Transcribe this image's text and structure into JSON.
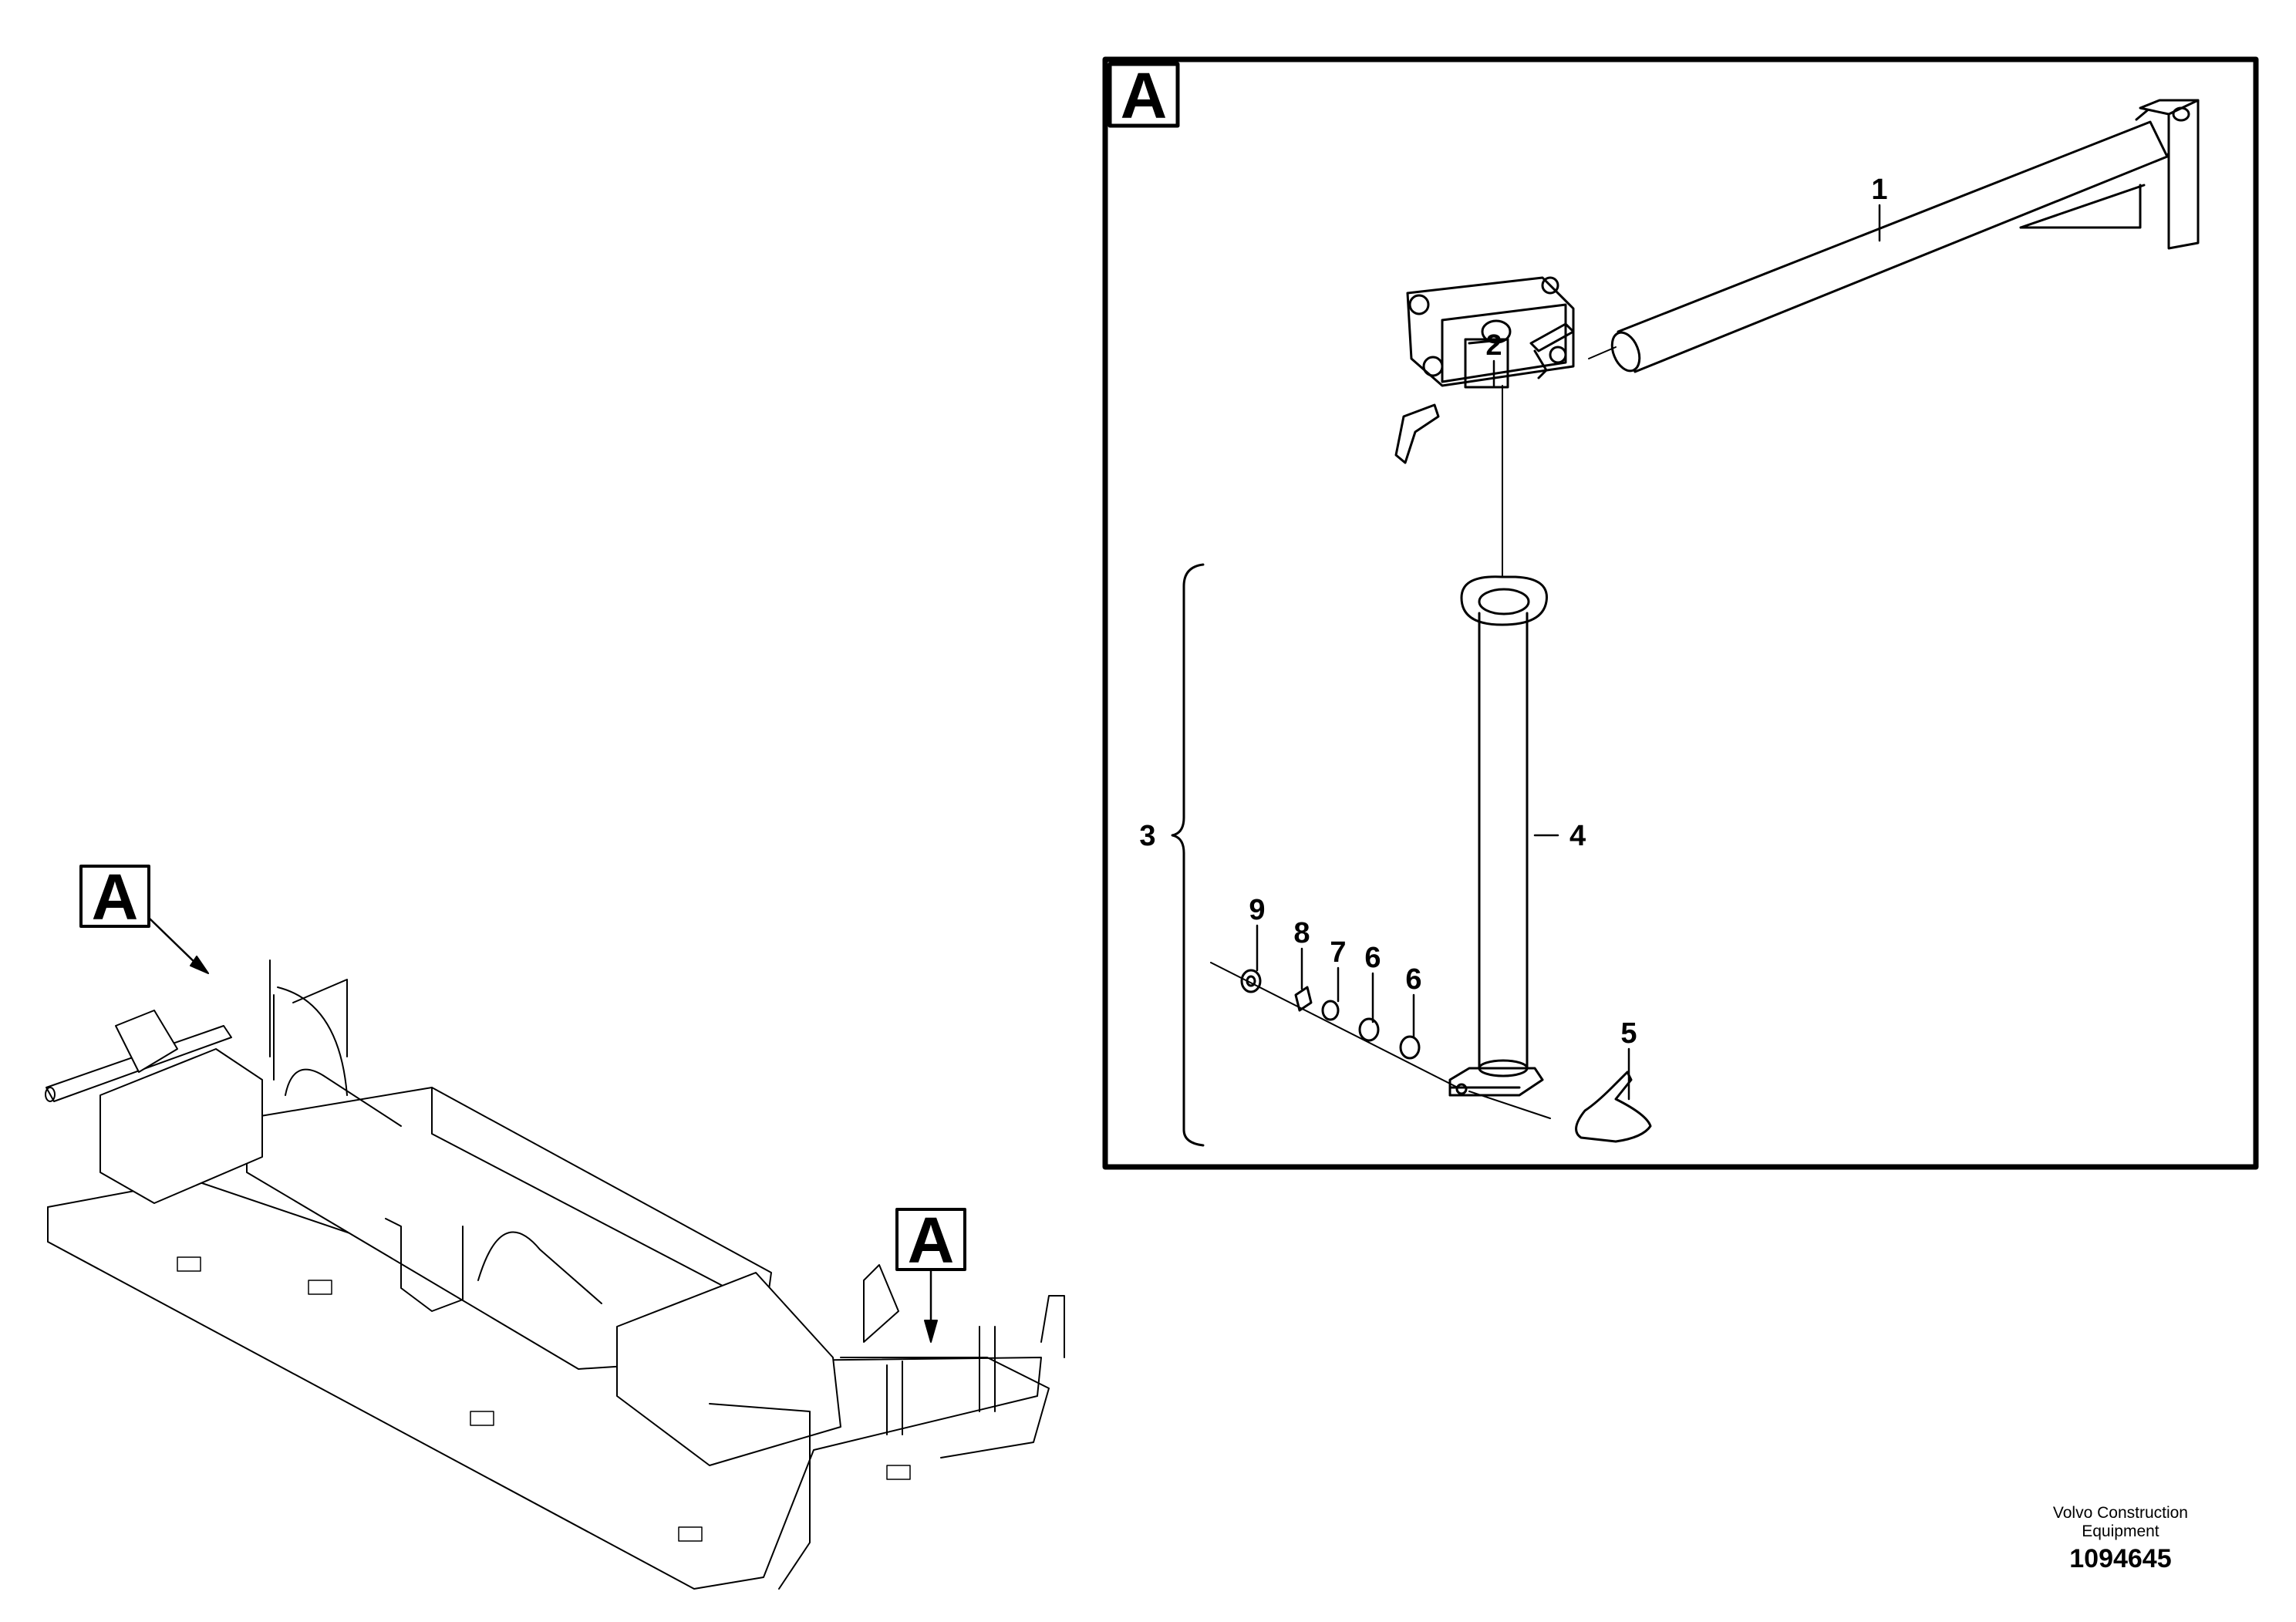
{
  "section_labels": {
    "detail": "A",
    "overview_left": "A",
    "overview_right": "A"
  },
  "callouts": {
    "c1": "1",
    "c2": "2",
    "c3": "3",
    "c4": "4",
    "c5": "5",
    "c6a": "6",
    "c6b": "6",
    "c7": "7",
    "c8": "8",
    "c9": "9"
  },
  "footer": {
    "brand_line1": "Volvo Construction",
    "brand_line2": "Equipment",
    "drawing_number": "1094645"
  }
}
